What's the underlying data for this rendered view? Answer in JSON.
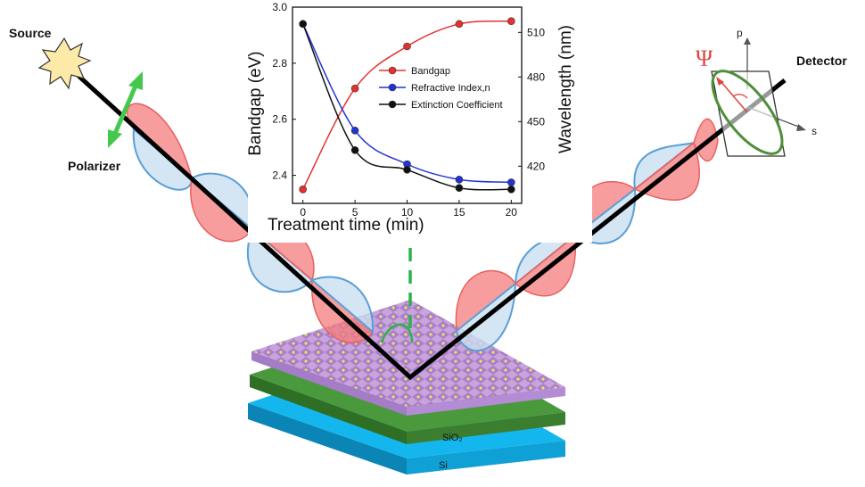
{
  "labels": {
    "source": "Source",
    "polarizer": "Polarizer",
    "detector": "Detector",
    "psi": "Ψ",
    "p_axis": "p",
    "s_axis": "s",
    "layer_sio2": "SiO₂",
    "layer_si": "Si"
  },
  "colors": {
    "wave_red": "#f47c7c",
    "wave_blue": "#5a9fd6",
    "beam": "#000000",
    "polarizer_arrow": "#45c94c",
    "normal_line": "#2bb34a",
    "psi": "#e0443e",
    "triangle": "#d9541c",
    "bandgap": "#e53030",
    "refractive": "#2233d6",
    "extinction": "#111111"
  },
  "chart_data": {
    "type": "line",
    "title": "",
    "xlabel": "Treatment time (min)",
    "ylabel_left": "Bandgap (eV)",
    "ylabel_right": "Wavelength (nm)",
    "x": [
      0,
      5,
      10,
      15,
      20
    ],
    "xticks": [
      0,
      5,
      10,
      15,
      20
    ],
    "xlim": [
      -1,
      21
    ],
    "ylim_left": [
      2.3,
      3.0
    ],
    "yticks_left": [
      "2.4",
      "2.6",
      "2.8",
      "3.0"
    ],
    "ylim_right": [
      395,
      527
    ],
    "yticks_right": [
      "420",
      "450",
      "480",
      "510"
    ],
    "legend_position": "center",
    "series": [
      {
        "name": "Bandgap",
        "axis": "left",
        "values": [
          2.35,
          2.71,
          2.86,
          2.94,
          2.95
        ]
      },
      {
        "name": "Refractive Index,n",
        "axis": "left",
        "values": [
          2.94,
          2.56,
          2.44,
          2.385,
          2.375
        ]
      },
      {
        "name": "Extinction Coefficient",
        "axis": "left",
        "values": [
          2.94,
          2.49,
          2.42,
          2.355,
          2.35
        ]
      }
    ]
  }
}
